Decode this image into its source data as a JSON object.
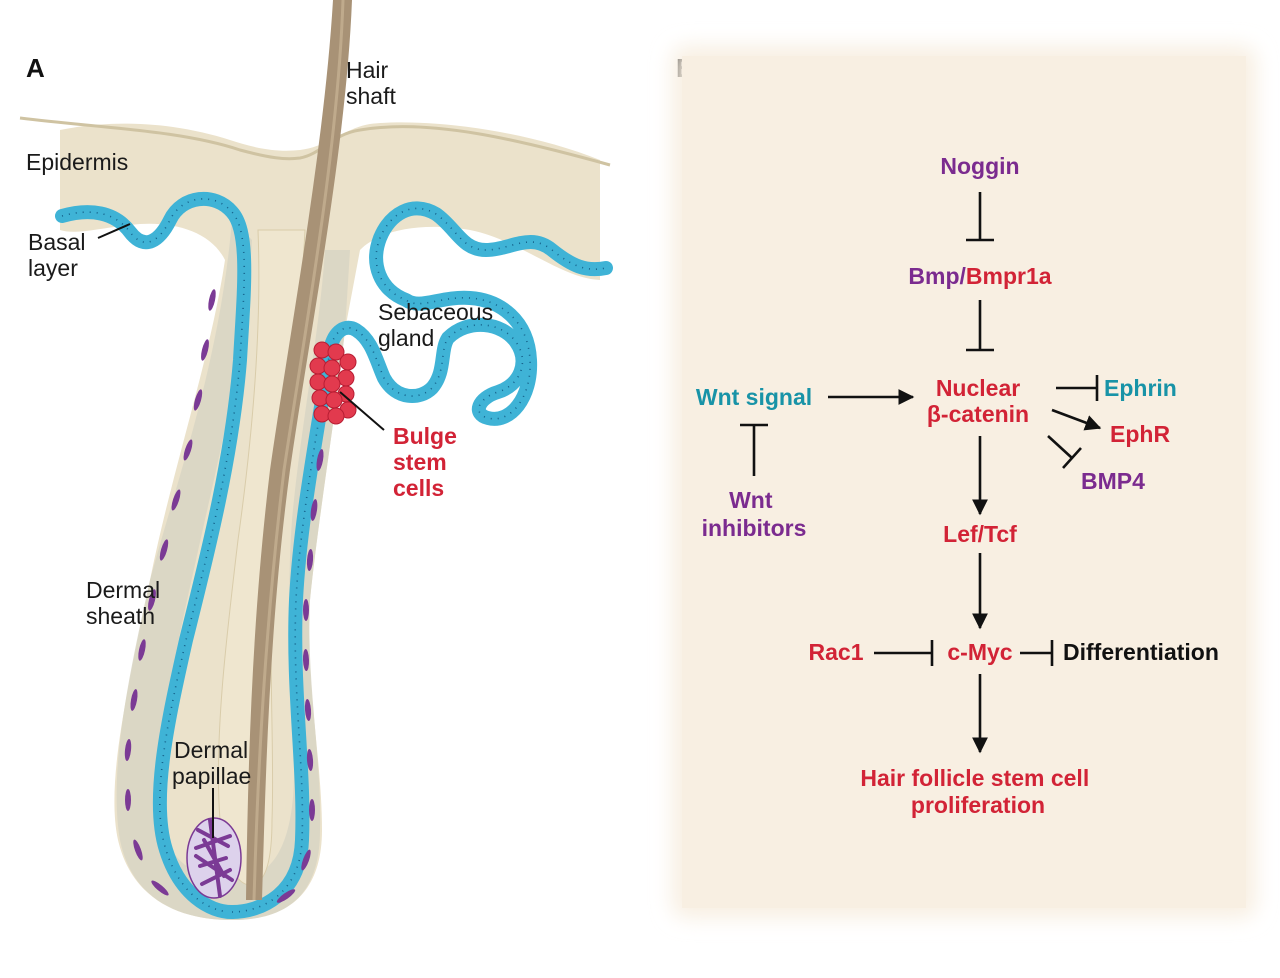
{
  "panel_a": {
    "letter": "A",
    "labels": {
      "hair_shaft": [
        "Hair",
        "shaft"
      ],
      "epidermis": "Epidermis",
      "basal_layer": [
        "Basal",
        "layer"
      ],
      "sebaceous_gland": [
        "Sebaceous",
        "gland"
      ],
      "bulge_stem_cells": [
        "Bulge",
        "stem",
        "cells"
      ],
      "dermal_sheath": [
        "Dermal",
        "sheath"
      ],
      "dermal_papillae": [
        "Dermal",
        "papillae"
      ]
    }
  },
  "panel_b": {
    "letter": "B",
    "nodes": {
      "noggin": "Noggin",
      "bmp": "Bmp/",
      "bmpr1a": "Bmpr1a",
      "nuclear": "Nuclear",
      "bcatenin": "β-catenin",
      "wnt_signal": "Wnt signal",
      "wnt_inhibitors": [
        "Wnt",
        "inhibitors"
      ],
      "ephrin": "Ephrin",
      "ephr": "EphR",
      "bmp4": "BMP4",
      "lef_tcf": "Lef/Tcf",
      "rac1": "Rac1",
      "cmyc": "c-Myc",
      "differentiation": "Differentiation",
      "proliferation": [
        "Hair follicle stem cell",
        "proliferation"
      ]
    }
  },
  "colors": {
    "purple": "#7b2b8f",
    "red": "#d22336",
    "teal": "#1893a7",
    "tissue": "#ebe2cb",
    "panel_b_background": "#f8efe2",
    "basal_cells": "#3fb3d6",
    "hair_shaft": "#a89276"
  }
}
